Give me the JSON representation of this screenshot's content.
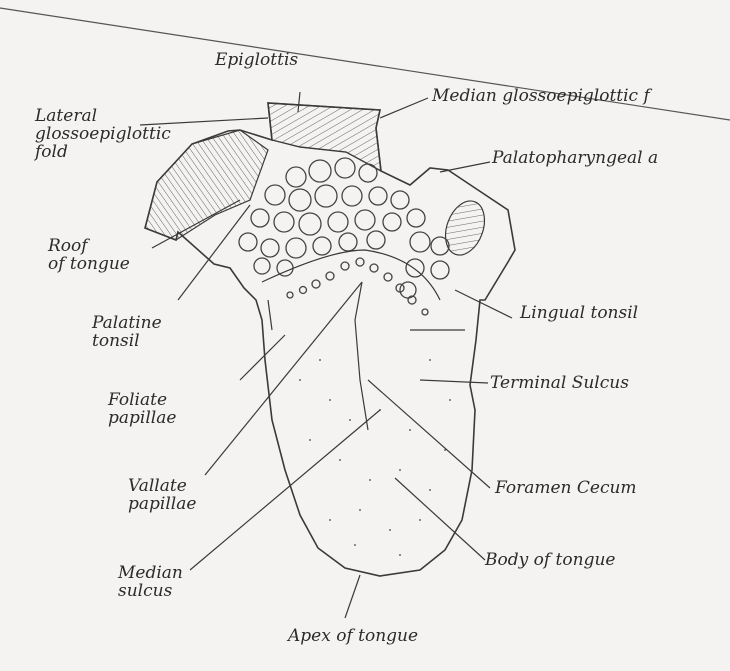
{
  "labels": {
    "epiglottis": "Epiglottis",
    "lateral": "Lateral\nglossoepiglottic\nfold",
    "median_fold": "Median glossoepiglottic f",
    "palatopharyngeal": "Palatopharyngeal a",
    "roof": "Roof\nof tongue",
    "palatine": "Palatine\ntonsil",
    "foliate": "Foliate\npapillae",
    "vallate": "Vallate\npapillae",
    "median_sulcus": "Median\nsulcus",
    "lingual_tonsil": "Lingual tonsil",
    "terminal_sulcus": "Terminal Sulcus",
    "foramen": "Foramen Cecum",
    "body": "Body of tongue",
    "apex": "Apex of tongue"
  }
}
